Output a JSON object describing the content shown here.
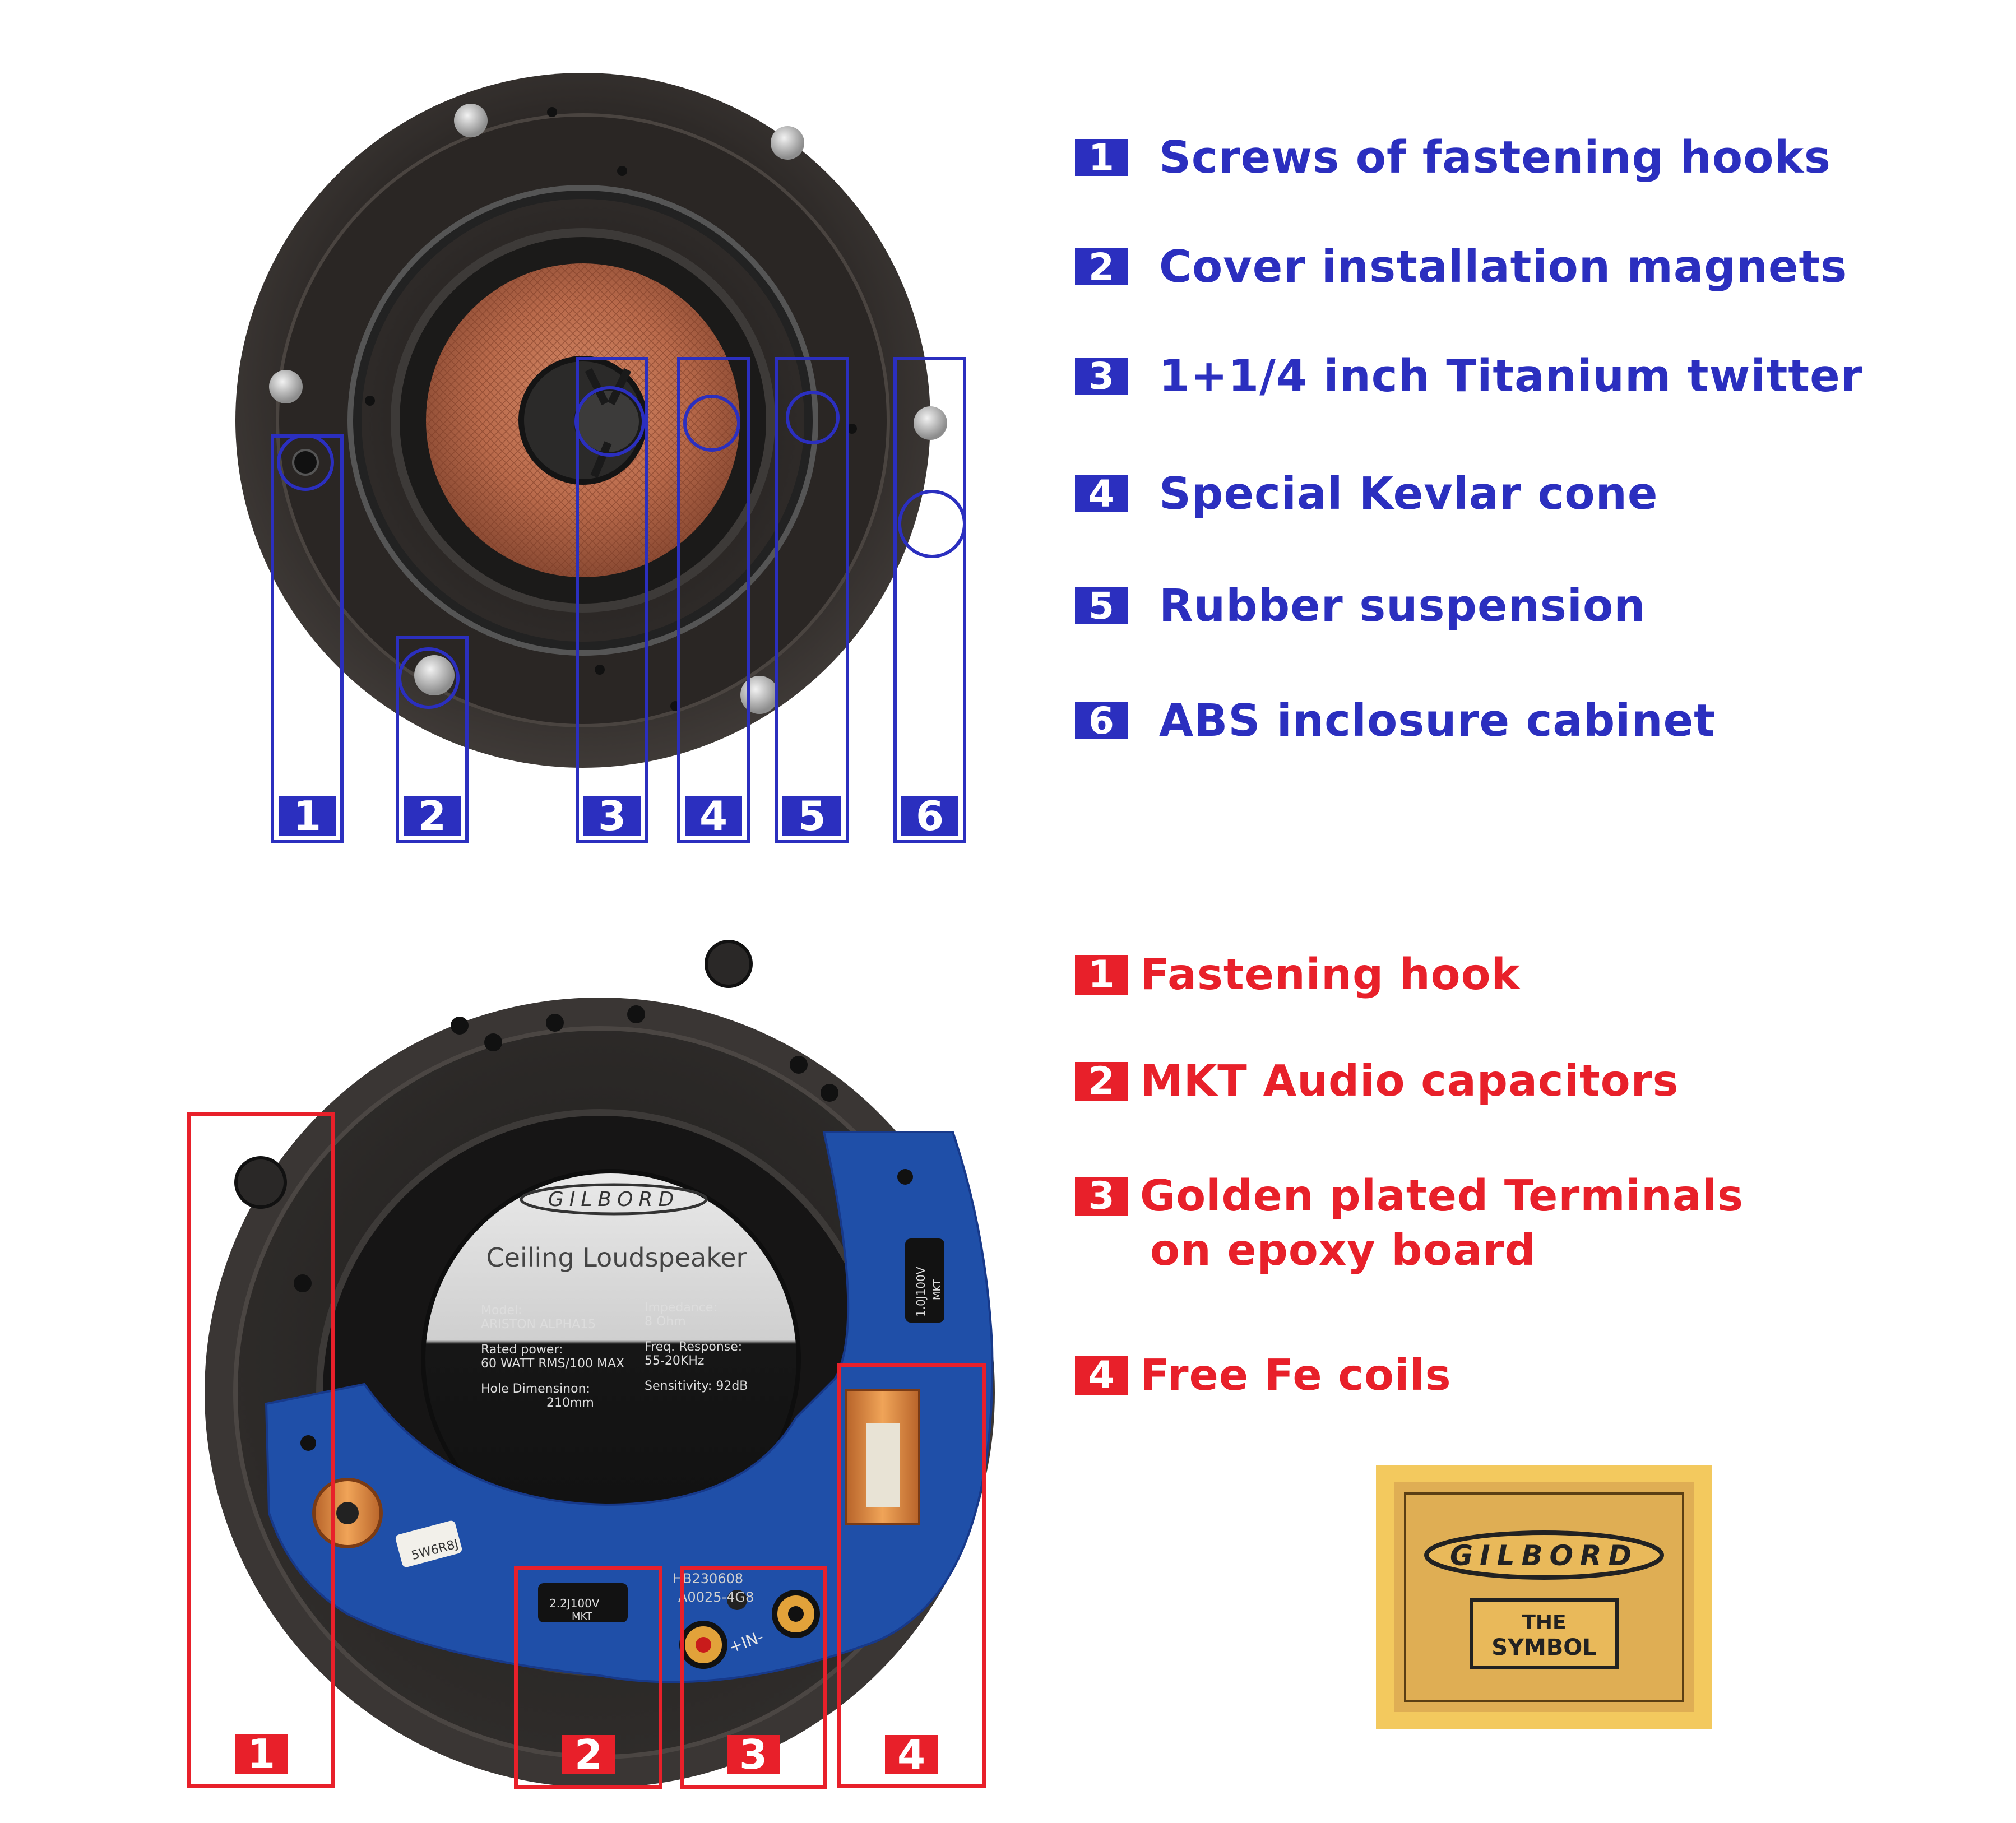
{
  "front_legend": [
    {
      "num": "1",
      "text": "Screws of fastening hooks"
    },
    {
      "num": "2",
      "text": "Cover installation magnets"
    },
    {
      "num": "3",
      "text": "1+1/4 inch Titanium twitter"
    },
    {
      "num": "4",
      "text": "Special Kevlar cone"
    },
    {
      "num": "5",
      "text": "Rubber suspension"
    },
    {
      "num": "6",
      "text": "ABS inclosure cabinet"
    }
  ],
  "back_legend": [
    {
      "num": "1",
      "text": "Fastening hook"
    },
    {
      "num": "2",
      "text": "MKT Audio capacitors"
    },
    {
      "num": "3",
      "text": "Golden plated Terminals",
      "text2": "on epoxy board"
    },
    {
      "num": "4",
      "text": "Free Fe coils"
    }
  ],
  "front_tags": [
    "1",
    "2",
    "3",
    "4",
    "5",
    "6"
  ],
  "back_tags": [
    "1",
    "2",
    "3",
    "4"
  ],
  "label_sticker": {
    "brand": "GILBORD",
    "title": "Ceiling Loudspeaker",
    "model_label": "Model:",
    "model_value": "ARISTON ALPHA15",
    "power_label": "Rated power:",
    "power_value": "60 WATT RMS/100 MAX",
    "hole_label": "Hole Dimensinon:",
    "hole_value": "210mm",
    "impedance_label": "Impedance:",
    "impedance_value": "8 Ohm",
    "freq_label": "Freq. Response:",
    "freq_value": "55-20KHz",
    "sensitivity": "Sensitivity: 92dB"
  },
  "board_marks": {
    "cap_left": "2.2J100V",
    "cap_left_sub": "MKT",
    "cap_right": "1.0J100V",
    "cap_right_sub": "MKT",
    "resistor": "5W6R8J",
    "terminal": "+IN-",
    "pcb_code1": "HB230608",
    "pcb_code2": "A0025-4G8"
  },
  "logo": {
    "brand": "GILBORD",
    "sub1": "THE",
    "sub2": "SYMBOL"
  },
  "colors": {
    "blue": "#2b2fbf",
    "red": "#e8202a",
    "pcb": "#1f4fa8",
    "gold": "#e2b24e"
  }
}
